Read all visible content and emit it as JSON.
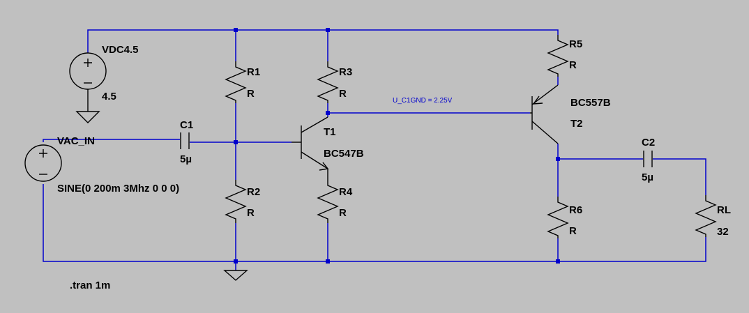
{
  "colors": {
    "background": "#c0c0c0",
    "wire": "#0000cc",
    "component": "#000000",
    "junction": "#0000cc"
  },
  "components": {
    "vdc": {
      "name": "VDC4.5",
      "value": "4.5"
    },
    "vac": {
      "name": "VAC_IN",
      "value": "SINE(0 200m 3Mhz 0 0 0)"
    },
    "c1": {
      "name": "C1",
      "value": "5µ"
    },
    "r1": {
      "name": "R1",
      "value": "R"
    },
    "r2": {
      "name": "R2",
      "value": "R"
    },
    "r3": {
      "name": "R3",
      "value": "R"
    },
    "r4": {
      "name": "R4",
      "value": "R"
    },
    "t1": {
      "name": "T1",
      "model": "BC547B"
    },
    "r5": {
      "name": "R5",
      "value": "R"
    },
    "t2": {
      "name": "T2",
      "model": "BC557B"
    },
    "r6": {
      "name": "R6",
      "value": "R"
    },
    "c2": {
      "name": "C2",
      "value": "5µ"
    },
    "rl": {
      "name": "RL",
      "value": "32"
    }
  },
  "net_label": "U_C1GND = 2.25V",
  "directive": ".tran 1m"
}
